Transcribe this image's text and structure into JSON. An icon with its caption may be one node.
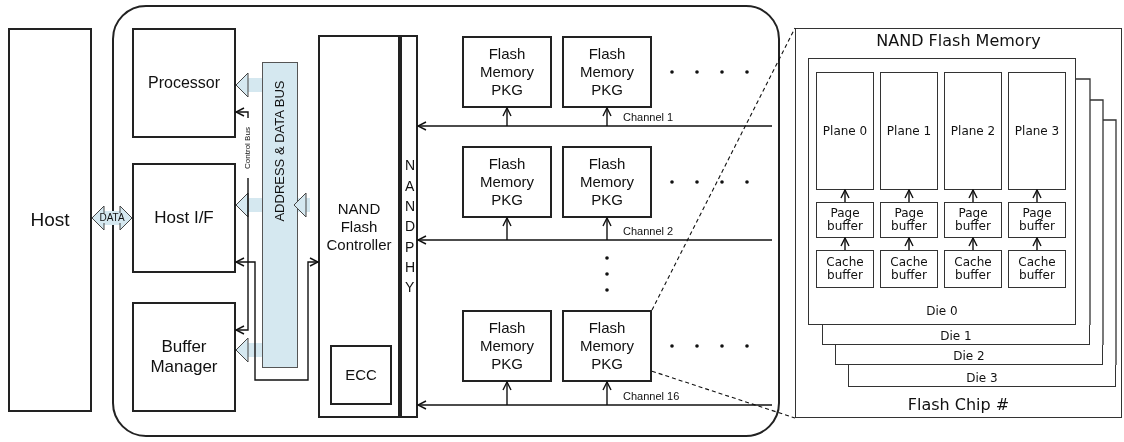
{
  "diagram": {
    "nodes": [
      {
        "text": [
          "Host"
        ]
      },
      {
        "text": [],
        "shape": "box"
      },
      {
        "text": [
          "Processor"
        ],
        "in": 1
      },
      {
        "text": [
          "Host I/F"
        ],
        "in": 1
      },
      {
        "text": [
          "Buffer Manager"
        ],
        "in": 1
      },
      {
        "text": [
          "NAND Flash Controller"
        ],
        "in": 1
      },
      {
        "text": [
          "ECC"
        ],
        "in": 5
      },
      {
        "text": [
          "NAND PHY"
        ],
        "in": 1
      },
      {
        "text": [
          "ADDRESS & DATA BUS"
        ],
        "in": 1
      },
      {
        "text": [
          "Control Bus"
        ],
        "in": 1
      },
      {
        "text": [
          "Flash Memory PKG"
        ],
        "in": 1
      },
      {
        "text": [
          "Flash Memory PKG"
        ],
        "in": 1
      },
      {
        "text": [
          "Flash Memory PKG"
        ],
        "in": 1
      },
      {
        "text": [
          "Flash Memory PKG"
        ],
        "in": 1
      },
      {
        "text": [
          "Flash Memory PKG"
        ],
        "in": 1
      },
      {
        "text": [
          "Flash Memory PKG"
        ],
        "in": 1
      },
      {
        "text": [
          "NAND Flash Memory",
          "Flash Chip #"
        ]
      },
      {
        "text": [
          "Die 0"
        ],
        "in": 16
      },
      {
        "text": [
          "Plane 0"
        ],
        "in": 17
      },
      {
        "text": [
          "Plane 1"
        ],
        "in": 17
      },
      {
        "text": [
          "Plane 2"
        ],
        "in": 17
      },
      {
        "text": [
          "Plane 3"
        ],
        "in": 17
      },
      {
        "text": [
          "Page buffer"
        ],
        "in": 17
      },
      {
        "text": [
          "Page buffer"
        ],
        "in": 17
      },
      {
        "text": [
          "Page buffer"
        ],
        "in": 17
      },
      {
        "text": [
          "Page buffer"
        ],
        "in": 17
      },
      {
        "text": [
          "Cache buffer"
        ],
        "in": 17
      },
      {
        "text": [
          "Cache buffer"
        ],
        "in": 17
      },
      {
        "text": [
          "Cache buffer"
        ],
        "in": 17
      },
      {
        "text": [
          "Cache buffer"
        ],
        "in": 17
      },
      {
        "text": [
          "Die 1"
        ],
        "in": 16
      },
      {
        "text": [
          "Die 2"
        ],
        "in": 16
      },
      {
        "text": [
          "Die 3"
        ],
        "in": 16
      }
    ],
    "edges": [
      {
        "from": 0,
        "to": 3,
        "arrow": "both",
        "label": "DATA",
        "style": "thick",
        "color": "#d5e8f0"
      },
      {
        "from": 8,
        "to": 2,
        "arrow": "to",
        "style": "thick",
        "color": "#d5e8f0"
      },
      {
        "from": 8,
        "to": 3,
        "arrow": "to",
        "style": "thick",
        "color": "#d5e8f0"
      },
      {
        "from": 8,
        "to": 4,
        "arrow": "to",
        "style": "thick",
        "color": "#d5e8f0"
      },
      {
        "from": 8,
        "to": 5,
        "arrow": "to",
        "style": "thick",
        "color": "#d5e8f0"
      },
      {
        "from": 9,
        "to": 2,
        "arrow": "to"
      },
      {
        "from": 9,
        "to": 4,
        "arrow": "to"
      },
      {
        "from": 3,
        "to": 5,
        "arrow": "both"
      },
      {
        "from": null,
        "to": 7,
        "arrow": "to",
        "label": "Channel 1"
      },
      {
        "from": null,
        "to": 7,
        "arrow": "to",
        "label": "Channel 2"
      },
      {
        "from": null,
        "to": 7,
        "arrow": "to",
        "label": "Channel 16"
      },
      {
        "from": null,
        "to": 10,
        "arrow": "to"
      },
      {
        "from": null,
        "to": 11,
        "arrow": "to"
      },
      {
        "from": null,
        "to": 12,
        "arrow": "to"
      },
      {
        "from": null,
        "to": 13,
        "arrow": "to"
      },
      {
        "from": null,
        "to": 14,
        "arrow": "to"
      },
      {
        "from": null,
        "to": 15,
        "arrow": "to"
      },
      {
        "from": 15,
        "to": 16,
        "arrow": "none",
        "style": "dashed"
      },
      {
        "from": 15,
        "to": 16,
        "arrow": "none",
        "style": "dashed"
      },
      {
        "from": 26,
        "to": 22,
        "arrow": "to"
      },
      {
        "from": 27,
        "to": 23,
        "arrow": "to"
      },
      {
        "from": 28,
        "to": 24,
        "arrow": "to"
      },
      {
        "from": 29,
        "to": 25,
        "arrow": "to"
      },
      {
        "from": 22,
        "to": 18,
        "arrow": "to"
      },
      {
        "from": 23,
        "to": 19,
        "arrow": "to"
      },
      {
        "from": 24,
        "to": 20,
        "arrow": "to"
      },
      {
        "from": 25,
        "to": 21,
        "arrow": "to"
      }
    ]
  }
}
